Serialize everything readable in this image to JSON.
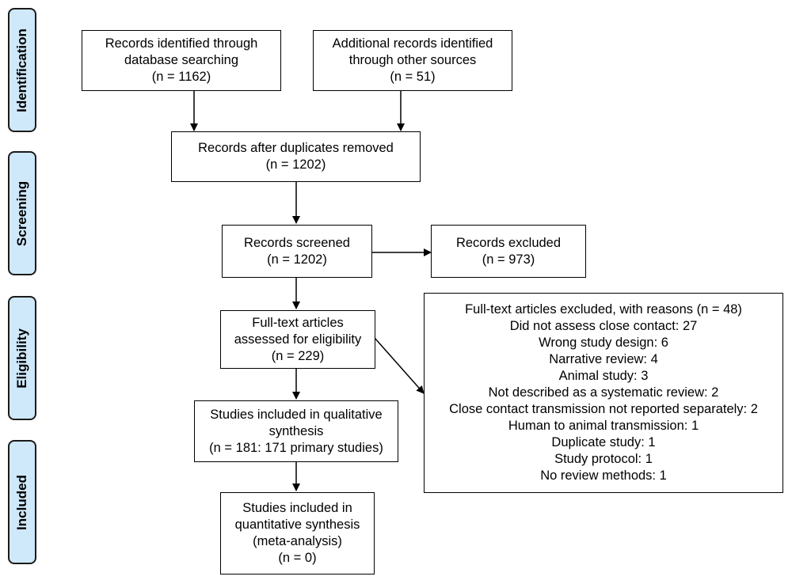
{
  "phases": {
    "identification": "Identification",
    "screening": "Screening",
    "eligibility": "Eligibility",
    "included": "Included"
  },
  "boxes": {
    "database": [
      "Records identified through",
      "database searching",
      "(n = 1162)"
    ],
    "other_sources": [
      "Additional records identified",
      "through other sources",
      "(n = 51)"
    ],
    "duplicates_removed": [
      "Records after duplicates removed",
      "(n = 1202)"
    ],
    "screened": [
      "Records screened",
      "(n = 1202)"
    ],
    "excluded": [
      "Records excluded",
      "(n = 973)"
    ],
    "full_text": [
      "Full-text articles",
      "assessed for eligibility",
      "(n = 229)"
    ],
    "full_text_excluded": [
      "Full-text articles excluded, with reasons (n = 48)",
      "Did not assess close contact: 27",
      "Wrong study design: 6",
      "Narrative review: 4",
      "Animal study: 3",
      "Not described as a systematic review: 2",
      "Close contact transmission not reported separately: 2",
      "Human to animal transmission: 1",
      "Duplicate study: 1",
      "Study protocol: 1",
      "No review methods: 1"
    ],
    "qualitative": [
      "Studies included in qualitative",
      "synthesis",
      "(n = 181: 171 primary studies)"
    ],
    "quantitative": [
      "Studies included in",
      "quantitative synthesis",
      "(meta-analysis)",
      "(n = 0)"
    ]
  }
}
